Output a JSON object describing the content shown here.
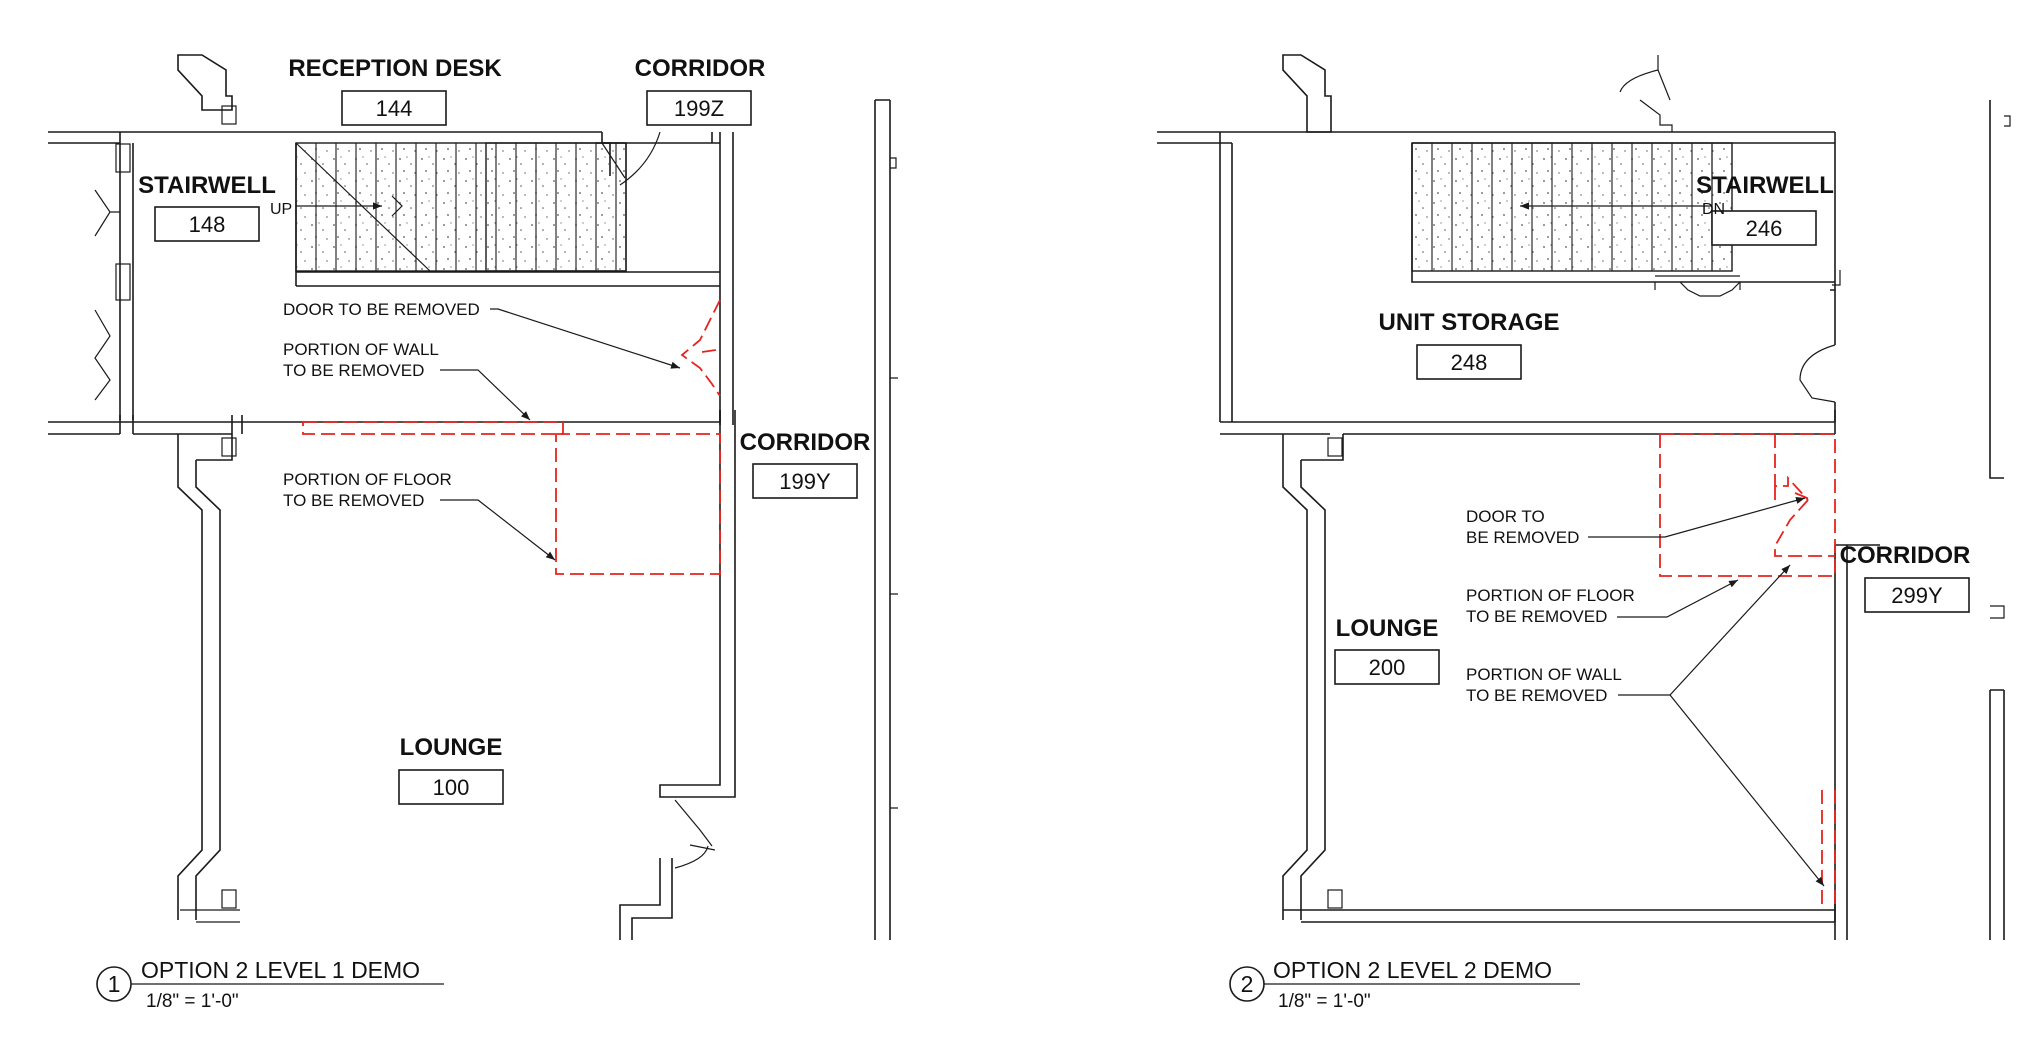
{
  "colors": {
    "linework": "#1a1a1a",
    "demolition": "#e8231f",
    "background": "#ffffff"
  },
  "plan1": {
    "rooms": {
      "reception_name": "RECEPTION DESK",
      "reception_number": "144",
      "corridor_z_name": "CORRIDOR",
      "corridor_z_number": "199Z",
      "stairwell_name": "STAIRWELL",
      "stairwell_number": "148",
      "corridor_y_name": "CORRIDOR",
      "corridor_y_number": "199Y",
      "lounge_name": "LOUNGE",
      "lounge_number": "100"
    },
    "stair_label": "UP",
    "notes": {
      "door": "DOOR TO BE REMOVED",
      "wall_line1": "PORTION OF WALL",
      "wall_line2": "TO BE REMOVED",
      "floor_line1": "PORTION OF FLOOR",
      "floor_line2": "TO BE REMOVED"
    },
    "title": {
      "number": "1",
      "text": "OPTION 2 LEVEL 1 DEMO",
      "scale": "1/8\" = 1'-0\""
    }
  },
  "plan2": {
    "rooms": {
      "stairwell_name": "STAIRWELL",
      "stairwell_number": "246",
      "storage_name": "UNIT STORAGE",
      "storage_number": "248",
      "corridor_name": "CORRIDOR",
      "corridor_number": "299Y",
      "lounge_name": "LOUNGE",
      "lounge_number": "200"
    },
    "stair_label": "DN",
    "notes": {
      "door_line1": "DOOR TO",
      "door_line2": "BE REMOVED",
      "floor_line1": "PORTION OF FLOOR",
      "floor_line2": "TO BE REMOVED",
      "wall_line1": "PORTION OF WALL",
      "wall_line2": "TO BE REMOVED"
    },
    "title": {
      "number": "2",
      "text": "OPTION 2 LEVEL 2 DEMO",
      "scale": "1/8\" = 1'-0\""
    }
  }
}
